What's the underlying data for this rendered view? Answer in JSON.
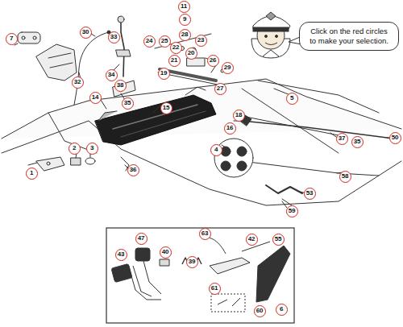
{
  "diagram": {
    "nodes": [
      {
        "text": [
          "Click on the red circles to make your selection."
        ]
      }
    ],
    "labels": [
      "11",
      "7",
      "33",
      "9",
      "30",
      "24",
      "28",
      "25",
      "23",
      "22",
      "20",
      "21",
      "26",
      "19",
      "29",
      "34",
      "32",
      "38",
      "27",
      "14",
      "35",
      "15",
      "5",
      "18",
      "16",
      "37",
      "35",
      "50",
      "4",
      "2",
      "3",
      "1",
      "36",
      "58",
      "53",
      "59",
      "63",
      "47",
      "42",
      "55",
      "43",
      "40",
      "39",
      "61",
      "60",
      "6"
    ]
  }
}
